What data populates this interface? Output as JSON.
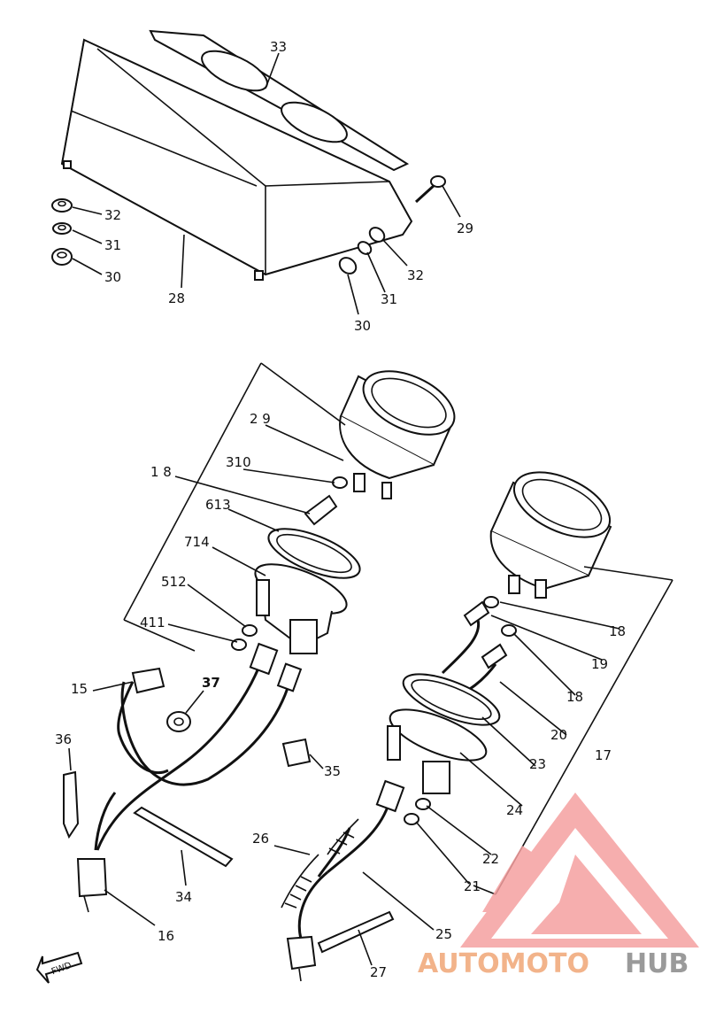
{
  "callouts": [
    {
      "id": "c33",
      "text": "33"
    },
    {
      "id": "c32a",
      "text": "32"
    },
    {
      "id": "c31a",
      "text": "31"
    },
    {
      "id": "c30a",
      "text": "30"
    },
    {
      "id": "c28",
      "text": "28"
    },
    {
      "id": "c29top",
      "text": "29"
    },
    {
      "id": "c32b",
      "text": "32"
    },
    {
      "id": "c31b",
      "text": "31"
    },
    {
      "id": "c30b",
      "text": "30"
    },
    {
      "id": "c2_9",
      "text": "2 9"
    },
    {
      "id": "c3_10",
      "text": "310"
    },
    {
      "id": "c1_8",
      "text": "1 8"
    },
    {
      "id": "c6_13",
      "text": "613"
    },
    {
      "id": "c7_14",
      "text": "714"
    },
    {
      "id": "c5_12",
      "text": "512"
    },
    {
      "id": "c4_11",
      "text": "411"
    },
    {
      "id": "c15",
      "text": "15"
    },
    {
      "id": "c37",
      "text": "37"
    },
    {
      "id": "c36",
      "text": "36"
    },
    {
      "id": "c35",
      "text": "35"
    },
    {
      "id": "c34",
      "text": "34"
    },
    {
      "id": "c16",
      "text": "16"
    },
    {
      "id": "c18a",
      "text": "18"
    },
    {
      "id": "c19",
      "text": "19"
    },
    {
      "id": "c18b",
      "text": "18"
    },
    {
      "id": "c20",
      "text": "20"
    },
    {
      "id": "c17",
      "text": "17"
    },
    {
      "id": "c23",
      "text": "23"
    },
    {
      "id": "c24",
      "text": "24"
    },
    {
      "id": "c22",
      "text": "22"
    },
    {
      "id": "c21",
      "text": "21"
    },
    {
      "id": "c26",
      "text": "26"
    },
    {
      "id": "c25",
      "text": "25"
    },
    {
      "id": "c27",
      "text": "27"
    }
  ],
  "fwd_label": "FWD",
  "watermark": {
    "part1": "AUTOMOTO",
    "part2": "HUB",
    "color1": "#f2b38a",
    "color2": "#9a9a9a",
    "logo_color": "#f08a8a"
  }
}
